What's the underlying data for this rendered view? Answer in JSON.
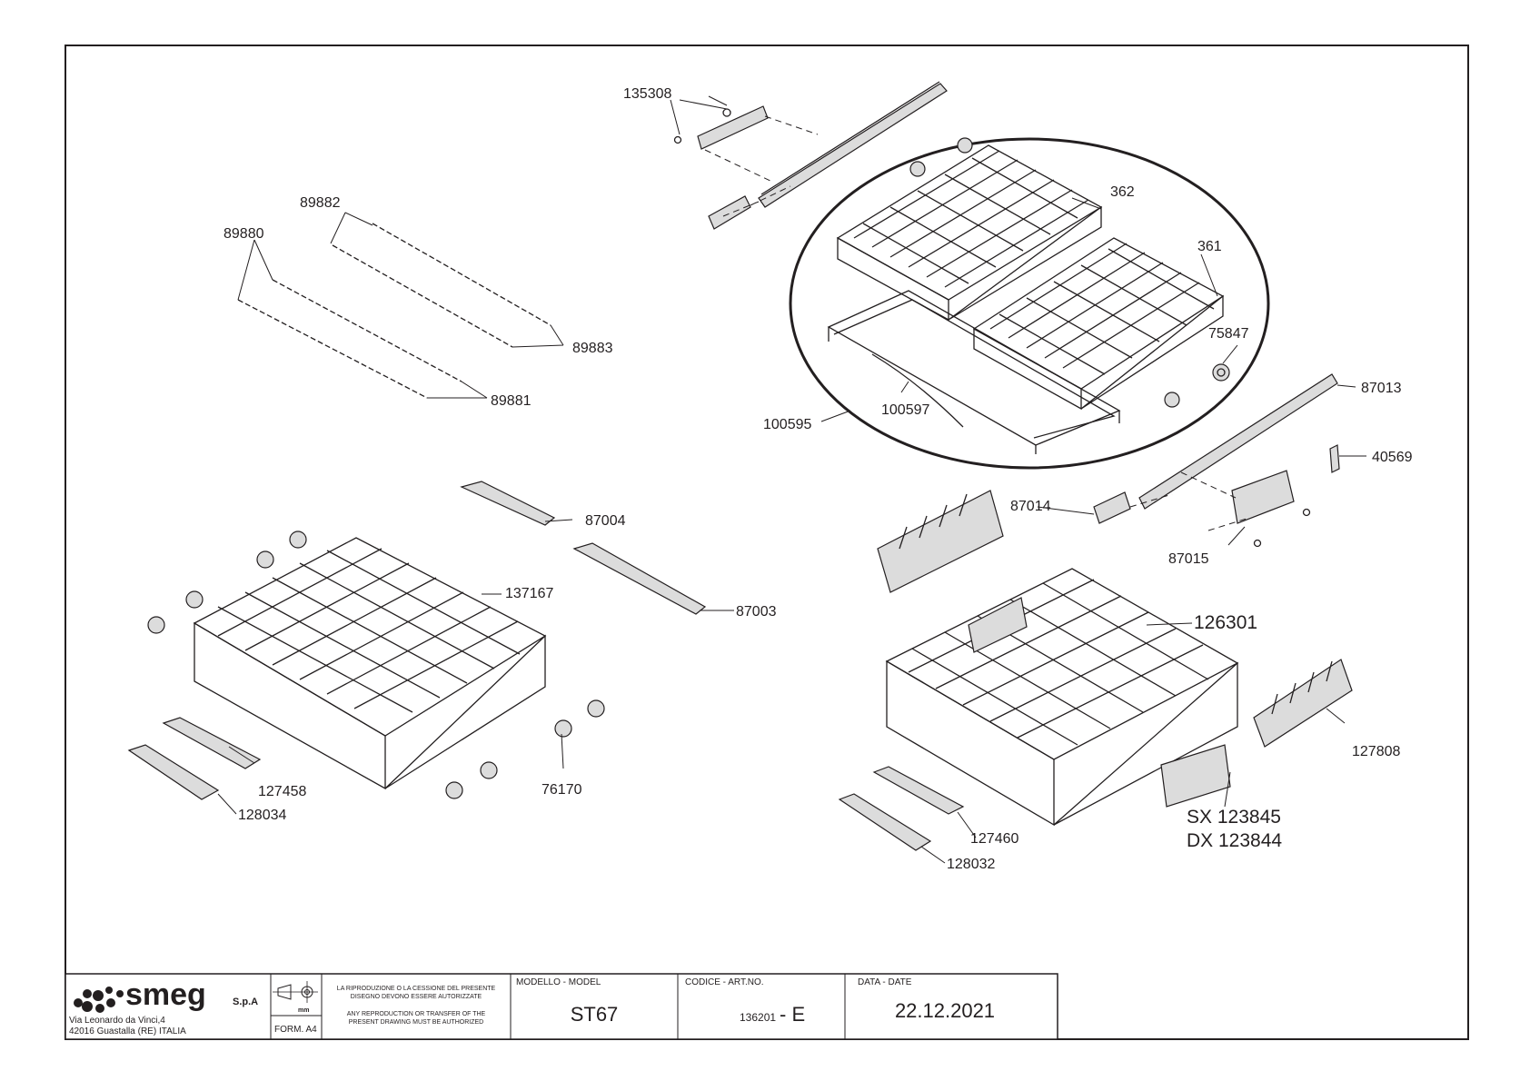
{
  "callouts": {
    "c135308": "135308",
    "c89882": "89882",
    "c89880": "89880",
    "c89883": "89883",
    "c89881": "89881",
    "c362": "362",
    "c361": "361",
    "c75847": "75847",
    "c87013": "87013",
    "c100595": "100595",
    "c100597": "100597",
    "c40569": "40569",
    "c87014": "87014",
    "c87015": "87015",
    "c87004": "87004",
    "c87003": "87003",
    "c137167": "137167",
    "c126301": "126301",
    "c127808": "127808",
    "c127458": "127458",
    "c128034": "128034",
    "c76170": "76170",
    "c127460": "127460",
    "c128032": "128032",
    "sx": "SX 123845",
    "dx": "DX 123844"
  },
  "title_block": {
    "brand": "smeg",
    "brand_suffix": "S.p.A",
    "address_line1": "Via Leonardo da Vinci,4",
    "address_line2": "42016  Guastalla (RE) ITALIA",
    "format": "FORM. A4",
    "mm": "mm",
    "notice_it_1": "LA RIPRODUZIONE O LA CESSIONE DEL PRESENTE",
    "notice_it_2": "DISEGNO DEVONO ESSERE AUTORIZZATE",
    "notice_en_1": "ANY REPRODUCTION OR TRANSFER OF THE",
    "notice_en_2": "PRESENT DRAWING MUST BE AUTHORIZED",
    "model_header": "MODELLO - MODEL",
    "model_value": "ST67",
    "code_header": "CODICE - ART.NO.",
    "code_number": "136201",
    "code_rev": "- E",
    "date_header": "DATA - DATE",
    "date_value": "22.12.2021"
  }
}
